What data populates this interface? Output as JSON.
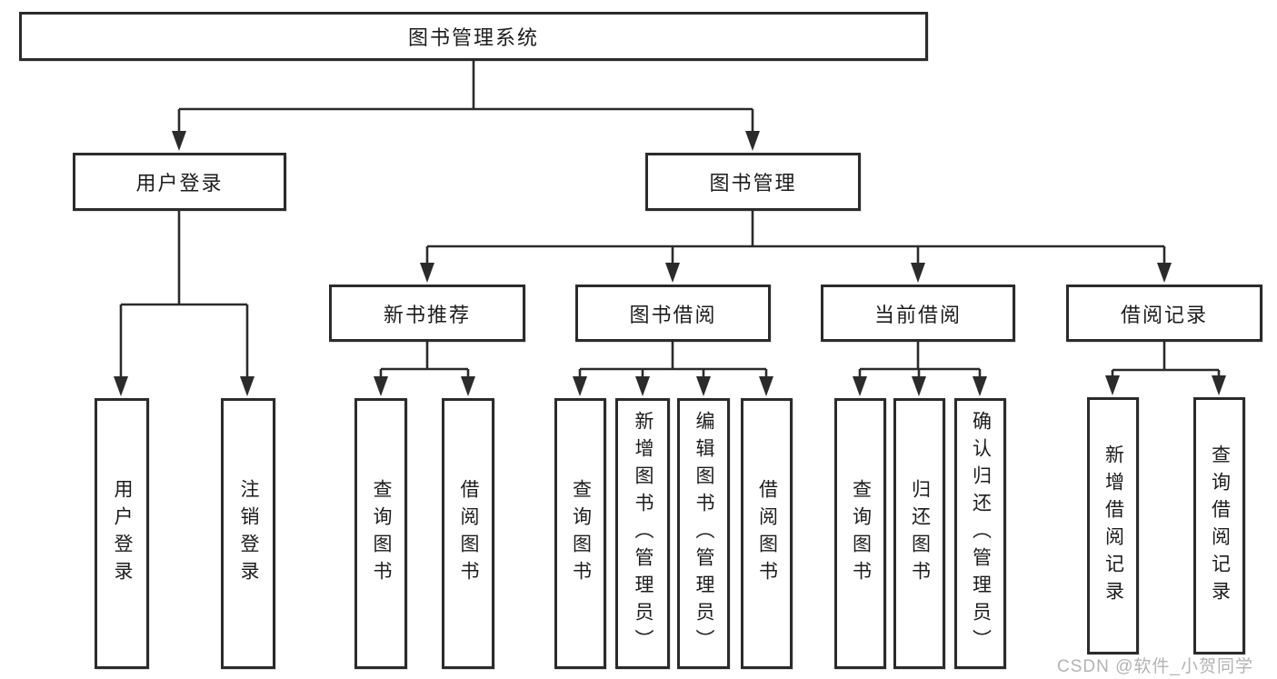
{
  "diagram": {
    "type": "tree",
    "orientation": "top-down",
    "colors": {
      "background": "#ffffff",
      "line": "#2b2b2b",
      "box_border": "#2b2b2b",
      "text": "#1c1c1c",
      "watermark": "#b3b3b3"
    },
    "tree": {
      "label": "图书管理系统",
      "children": [
        {
          "label": "用户登录",
          "children": [
            {
              "label": "用户登录"
            },
            {
              "label": "注销登录"
            }
          ]
        },
        {
          "label": "图书管理",
          "children": [
            {
              "label": "新书推荐",
              "children": [
                {
                  "label": "查询图书"
                },
                {
                  "label": "借阅图书"
                }
              ]
            },
            {
              "label": "图书借阅",
              "children": [
                {
                  "label": "查询图书"
                },
                {
                  "label": "新增图书（管理员）"
                },
                {
                  "label": "编辑图书（管理员）"
                },
                {
                  "label": "借阅图书"
                }
              ]
            },
            {
              "label": "当前借阅",
              "children": [
                {
                  "label": "查询图书"
                },
                {
                  "label": "归还图书"
                },
                {
                  "label": "确认归还（管理员）"
                }
              ]
            },
            {
              "label": "借阅记录",
              "children": [
                {
                  "label": "新增借阅记录"
                },
                {
                  "label": "查询借阅记录"
                }
              ]
            }
          ]
        }
      ]
    },
    "watermark": {
      "text": "CSDN @软件_小贺同学"
    }
  }
}
